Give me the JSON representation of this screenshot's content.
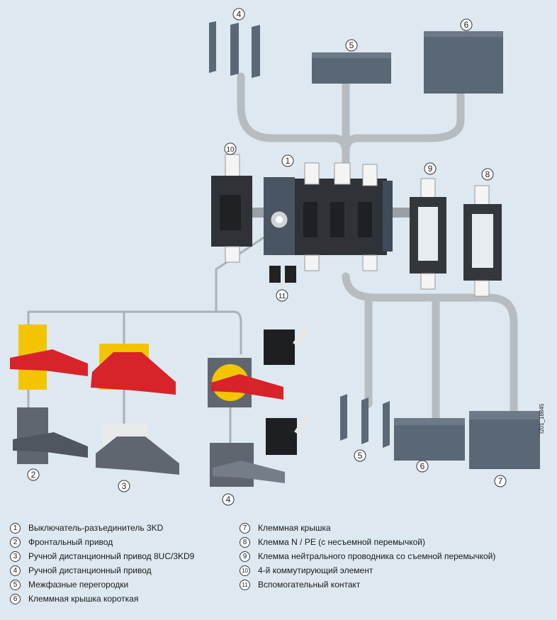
{
  "figure_code": "I201_18845",
  "callouts": {
    "c1": "1",
    "c2": "2",
    "c3": "3",
    "c4a": "4",
    "c4b": "4",
    "c5a": "5",
    "c5b": "5",
    "c6a": "6",
    "c6b": "6",
    "c7": "7",
    "c8": "8",
    "c9": "9",
    "c10": "10",
    "c11": "11"
  },
  "legend": {
    "left": [
      {
        "num": "1",
        "text": "Выключатель-разъединитель 3KD"
      },
      {
        "num": "2",
        "text": "Фронтальный привод"
      },
      {
        "num": "3",
        "text": "Ручной дистанционный привод 8UC/3KD9"
      },
      {
        "num": "4",
        "text": "Ручной дистанционный привод"
      },
      {
        "num": "5",
        "text": "Межфазные перегородки"
      },
      {
        "num": "6",
        "text": "Клеммная крышка короткая"
      }
    ],
    "right": [
      {
        "num": "7",
        "text": "Клеммная крышка"
      },
      {
        "num": "8",
        "text": "Клемма N / PE (с несъемной перемычкой)"
      },
      {
        "num": "9",
        "text": "Клемма нейтрального проводника со съемной перемычкой)"
      },
      {
        "num": "10",
        "text": "4-й коммутирующий элемент"
      },
      {
        "num": "11",
        "text": "Вспомогательный контакт"
      }
    ]
  },
  "colors": {
    "background": "#dde8f0",
    "pipe": "#b7bcc0",
    "switch_body": "#3a3d42",
    "handle_red": "#d8232a",
    "plate_yellow": "#f2c500",
    "handle_gray": "#5f6670",
    "terminal_white": "#f4f4f4"
  }
}
